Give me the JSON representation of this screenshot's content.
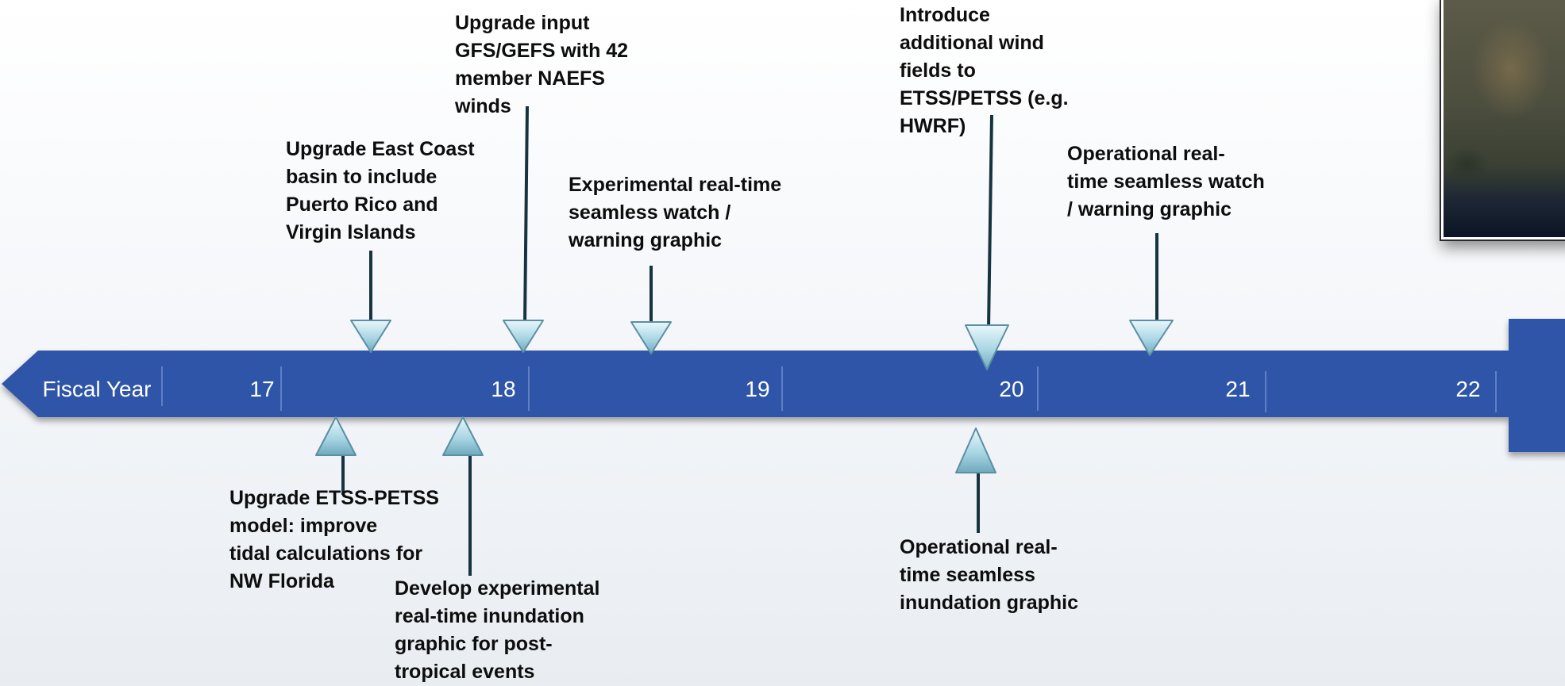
{
  "timeline": {
    "axis_title": "Fiscal Year",
    "years": [
      "17",
      "18",
      "19",
      "20",
      "21",
      "22"
    ],
    "colors": {
      "arrow": "#2f55a8",
      "divider": "#5f7fc6",
      "marker": "#a9d6e4",
      "marker_edge": "#5b8fa3",
      "stem": "#163340"
    }
  },
  "milestones_above": [
    {
      "id": "east-coast-basin",
      "lines": [
        "Upgrade East Coast",
        "basin to include",
        "Puerto Rico and",
        "Virgin Islands"
      ]
    },
    {
      "id": "gfs-gefs-input",
      "lines": [
        "Upgrade input",
        "GFS/GEFS with 42",
        "member NAEFS",
        "winds"
      ]
    },
    {
      "id": "exp-watch-warning",
      "lines": [
        "Experimental real-time",
        "seamless watch /",
        "warning graphic"
      ]
    },
    {
      "id": "additional-wind-fields",
      "lines": [
        "Introduce",
        "additional wind",
        "fields to",
        "ETSS/PETSS (e.g.",
        "HWRF)"
      ]
    },
    {
      "id": "op-watch-warning",
      "lines": [
        "Operational real-",
        "time seamless watch",
        "/ warning graphic"
      ]
    }
  ],
  "milestones_below": [
    {
      "id": "etss-petss-model",
      "lines": [
        "Upgrade ETSS-PETSS",
        "model: improve",
        "tidal calculations for",
        "NW Florida"
      ]
    },
    {
      "id": "exp-inundation",
      "lines": [
        "Develop experimental",
        "real-time inundation",
        "graphic for post-",
        "tropical events"
      ]
    },
    {
      "id": "op-inundation",
      "lines": [
        "Operational real-",
        "time seamless",
        "inundation graphic"
      ]
    }
  ]
}
